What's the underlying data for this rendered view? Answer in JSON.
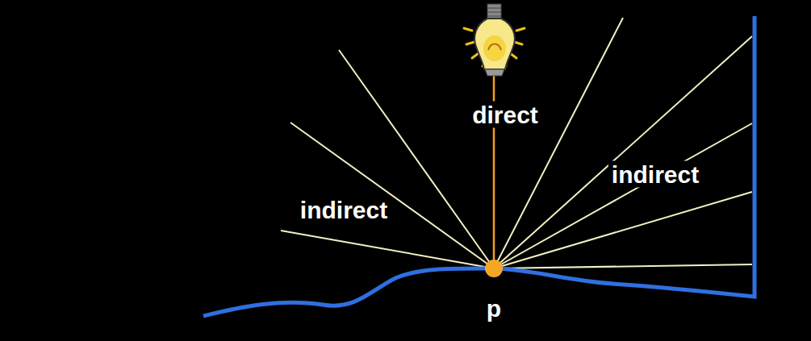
{
  "diagram": {
    "labels": [
      "direct",
      "indirect",
      "indirect",
      "p"
    ]
  }
}
